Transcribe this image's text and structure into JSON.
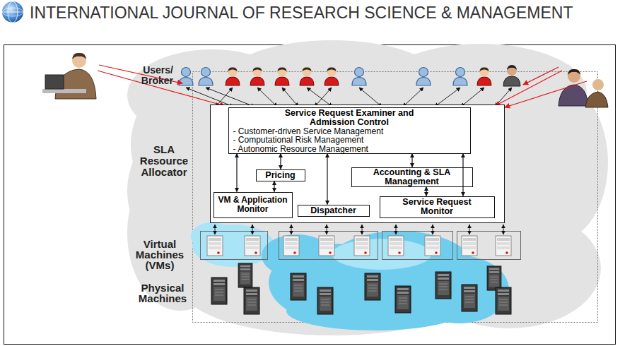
{
  "diagram": {
    "nodes": [
      {
        "text": [
          "SLA Resource Allocator"
        ]
      },
      {
        "text": [
          "Service Request Examiner and Admission Control",
          "- Customer-driven Service Management",
          "- Computational Risk Management",
          "- Autonomic Resource Management"
        ],
        "in": 0
      },
      {
        "text": [
          "Pricing"
        ],
        "in": 0
      },
      {
        "text": [
          "Accounting & SLA Management"
        ],
        "in": 0
      },
      {
        "text": [
          "VM & Application Monitor"
        ],
        "in": 0
      },
      {
        "text": [
          "Dispatcher"
        ],
        "in": 0
      },
      {
        "text": [
          "Service Request Monitor"
        ],
        "in": 0
      }
    ],
    "edges": [
      {
        "from": 1,
        "to": 2,
        "arrow": "both"
      },
      {
        "from": 2,
        "to": 4,
        "arrow": "both"
      },
      {
        "from": 1,
        "to": 4,
        "arrow": "both"
      },
      {
        "from": 1,
        "to": 5,
        "arrow": "both"
      },
      {
        "from": 1,
        "to": 3,
        "arrow": "both"
      },
      {
        "from": 3,
        "to": 6,
        "arrow": "both"
      },
      {
        "from": 1,
        "to": 6,
        "arrow": "both"
      }
    ],
    "labels": [
      "INTERNATIONAL JOURNAL OF RESEARCH SCIENCE & MANAGEMENT",
      "Users/ Broker",
      "Virtual Machines (VMs)",
      "Physical Machines"
    ]
  }
}
